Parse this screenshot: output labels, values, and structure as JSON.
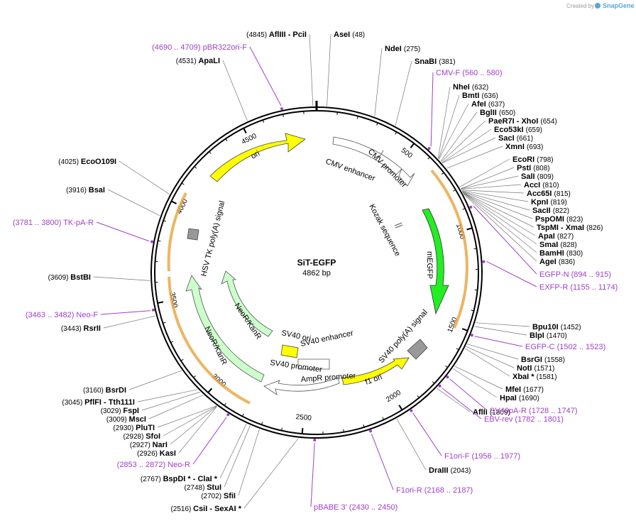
{
  "credit": {
    "prefix": "Created by",
    "brand": "SnapGene"
  },
  "plasmid": {
    "name": "SiT-EGFP",
    "length_label": "4862 bp"
  },
  "ticks": {
    "major": [
      {
        "pos": 500,
        "label": "500"
      },
      {
        "pos": 1000,
        "label": "1000"
      },
      {
        "pos": 1500,
        "label": "1500"
      },
      {
        "pos": 2000,
        "label": "2000"
      },
      {
        "pos": 2500,
        "label": "2500"
      },
      {
        "pos": 3000,
        "label": "3000"
      },
      {
        "pos": 3500,
        "label": "3500"
      },
      {
        "pos": 4000,
        "label": "4000"
      },
      {
        "pos": 4500,
        "label": "4500"
      }
    ]
  },
  "enzymes": [
    {
      "pos": "(4845)",
      "name": "AflIII",
      "suffix": "- PciI",
      "loc": 4845
    },
    {
      "name": "AseI",
      "pos": "(48)",
      "loc": 48
    },
    {
      "name": "NdeI",
      "pos": "(275)",
      "loc": 275
    },
    {
      "name": "SnaBI",
      "pos": "(381)",
      "loc": 381
    },
    {
      "name": "NheI",
      "pos": "(632)",
      "loc": 632
    },
    {
      "name": "BmtI",
      "pos": "(636)",
      "loc": 636
    },
    {
      "name": "AfeI",
      "pos": "(637)",
      "loc": 637
    },
    {
      "name": "BglII",
      "pos": "(650)",
      "loc": 650
    },
    {
      "name": "PaeR7I",
      "suffix": "- XhoI",
      "pos": "(654)",
      "loc": 654
    },
    {
      "name": "Eco53kI",
      "pos": "(659)",
      "loc": 659
    },
    {
      "name": "SacI",
      "pos": "(661)",
      "loc": 661
    },
    {
      "name": "XmnI",
      "pos": "(693)",
      "loc": 693
    },
    {
      "name": "EcoRI",
      "pos": "(798)",
      "loc": 798
    },
    {
      "name": "PstI",
      "pos": "(808)",
      "loc": 808
    },
    {
      "name": "SalI",
      "pos": "(809)",
      "loc": 809
    },
    {
      "name": "AccI",
      "pos": "(810)",
      "loc": 810
    },
    {
      "name": "Acc65I",
      "pos": "(815)",
      "loc": 815
    },
    {
      "name": "KpnI",
      "pos": "(819)",
      "loc": 819
    },
    {
      "name": "SacII",
      "pos": "(822)",
      "loc": 822
    },
    {
      "name": "PspOMI",
      "pos": "(823)",
      "loc": 823
    },
    {
      "name": "TspMI",
      "suffix": "- XmaI",
      "pos": "(826)",
      "loc": 826
    },
    {
      "name": "ApaI",
      "pos": "(827)",
      "loc": 827
    },
    {
      "name": "SmaI",
      "pos": "(828)",
      "loc": 828
    },
    {
      "name": "BamHI",
      "pos": "(830)",
      "loc": 830
    },
    {
      "name": "AgeI",
      "pos": "(836)",
      "loc": 836
    },
    {
      "name": "Bpu10I",
      "pos": "(1452)",
      "loc": 1452
    },
    {
      "name": "BlpI",
      "pos": "(1470)",
      "loc": 1470
    },
    {
      "name": "BsrGI",
      "pos": "(1558)",
      "loc": 1558
    },
    {
      "name": "NotI",
      "pos": "(1571)",
      "loc": 1571
    },
    {
      "name": "XbaI *",
      "pos": "(1581)",
      "loc": 1581
    },
    {
      "name": "MfeI",
      "pos": "(1677)",
      "loc": 1677
    },
    {
      "name": "HpaI",
      "pos": "(1690)",
      "loc": 1690
    },
    {
      "name": "AflII",
      "pos": "(1809)",
      "loc": 1809
    },
    {
      "name": "DraIII",
      "pos": "(2043)",
      "loc": 2043
    },
    {
      "pos": "(2516)",
      "name": "CsiI",
      "suffix": "- SexAI *",
      "loc": 2516
    },
    {
      "pos": "(2702)",
      "name": "SfiI",
      "loc": 2702
    },
    {
      "pos": "(2748)",
      "name": "StuI",
      "loc": 2748
    },
    {
      "pos": "(2767)",
      "name": "BspDI *",
      "suffix": "- ClaI *",
      "loc": 2767
    },
    {
      "pos": "(2926)",
      "name": "KasI",
      "loc": 2926
    },
    {
      "pos": "(2927)",
      "name": "NarI",
      "loc": 2927
    },
    {
      "pos": "(2928)",
      "name": "SfoI",
      "loc": 2928
    },
    {
      "pos": "(2930)",
      "name": "PluTI",
      "loc": 2930
    },
    {
      "pos": "(3009)",
      "name": "MscI",
      "loc": 3009
    },
    {
      "pos": "(3029)",
      "name": "FspI",
      "loc": 3029
    },
    {
      "pos": "(3045)",
      "name": "PflFI",
      "suffix": "- Tth111I",
      "loc": 3045
    },
    {
      "pos": "(3160)",
      "name": "BsrDI",
      "loc": 3160
    },
    {
      "pos": "(3443)",
      "name": "RsrII",
      "loc": 3443
    },
    {
      "pos": "(3609)",
      "name": "BstBI",
      "loc": 3609
    },
    {
      "pos": "(3916)",
      "name": "BsaI",
      "loc": 3916
    },
    {
      "pos": "(4025)",
      "name": "EcoO109I",
      "loc": 4025
    },
    {
      "pos": "(4531)",
      "name": "ApaLI",
      "loc": 4531
    }
  ],
  "primers": [
    {
      "range": "(4690 .. 4709)",
      "name": "pBR322ori-F",
      "loc": 4700
    },
    {
      "name": "CMV-F",
      "range": "(560 .. 580)",
      "loc": 570
    },
    {
      "name": "EGFP-N",
      "range": "(894 .. 915)",
      "loc": 905
    },
    {
      "name": "EXFP-R",
      "range": "(1155 .. 1174)",
      "loc": 1165
    },
    {
      "name": "EGFP-C",
      "range": "(1502 .. 1523)",
      "loc": 1512
    },
    {
      "name": "SV40pA-R",
      "range": "(1728 .. 1747)",
      "loc": 1737
    },
    {
      "name": "EBV-rev",
      "range": "(1782 .. 1801)",
      "loc": 1791
    },
    {
      "name": "F1ori-F",
      "range": "(1956 .. 1977)",
      "loc": 1966
    },
    {
      "name": "F1ori-R",
      "range": "(2168 .. 2187)",
      "loc": 2177
    },
    {
      "name": "pBABE 3'",
      "range": "(2430 .. 2450)",
      "loc": 2440
    },
    {
      "range": "(2853 .. 2872)",
      "name": "Neo-R",
      "loc": 2862
    },
    {
      "range": "(3463 .. 3482)",
      "name": "Neo-F",
      "loc": 3472
    },
    {
      "range": "(3781 .. 3800)",
      "name": "TK-pA-R",
      "loc": 3790
    }
  ],
  "features": [
    {
      "name": "CMV enhancer",
      "color": "#ffffff"
    },
    {
      "name": "CMV promoter",
      "color": "#ffffff"
    },
    {
      "name": "Kozak sequence",
      "color": "#ffffff"
    },
    {
      "name": "mEGFP",
      "color": "#22ee22"
    },
    {
      "name": "SV40 poly(A) signal",
      "color": "#999999"
    },
    {
      "name": "f1 ori",
      "color": "#ffff00"
    },
    {
      "name": "AmpR promoter",
      "color": "#ffffff"
    },
    {
      "name": "SV40 promoter",
      "color": "#ffffff"
    },
    {
      "name": "SV40 enhancer",
      "color": "#ffffff"
    },
    {
      "name": "SV40 ori",
      "color": "#ffff00"
    },
    {
      "name": "NeoR/KanR",
      "color": "#ccffcc"
    },
    {
      "name": "NeoR/KanR",
      "color": "#ccffcc"
    },
    {
      "name": "HSV TK poly(A) signal",
      "color": "#999999"
    },
    {
      "name": "ori",
      "color": "#ffff00"
    }
  ]
}
